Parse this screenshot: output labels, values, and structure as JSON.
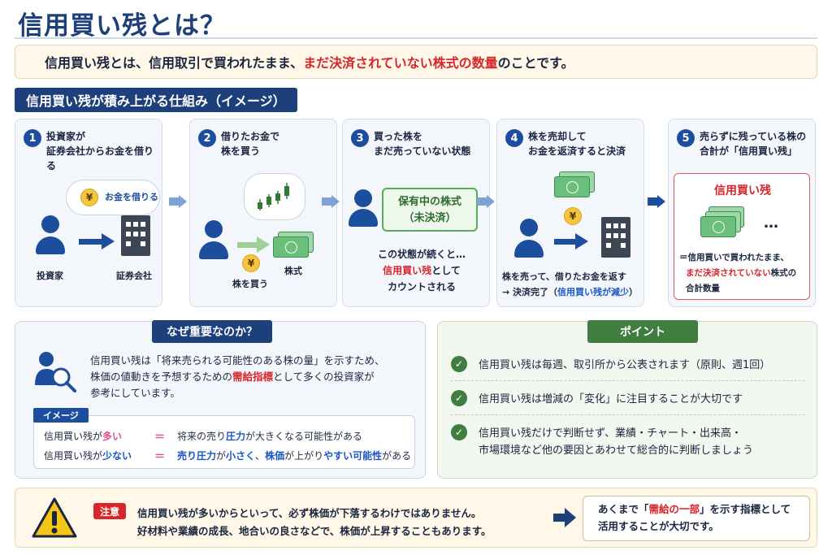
{
  "title": "信用買い残とは？",
  "definition": {
    "before": "信用買い残とは、信用取引で買われたまま、",
    "highlight": "まだ決済されていない株式の数量",
    "after": "のことです。"
  },
  "mechanism_label": "信用買い残が積み上がる仕組み（イメージ）",
  "steps": [
    {
      "num": "1",
      "title_line1": "投資家が",
      "title_line2": "証券会社からお金を借りる",
      "bubble_text": "お金を借りる",
      "yen": "¥",
      "investor_label": "投資家",
      "broker_label": "証券会社"
    },
    {
      "num": "2",
      "title_line1": "借りたお金で",
      "title_line2": "株を買う",
      "yen": "¥",
      "stock_label": "株式",
      "buy_label": "株を買う"
    },
    {
      "num": "3",
      "title_line1": "買った株を",
      "title_line2": "まだ売っていない状態",
      "hold_line1": "保有中の株式",
      "hold_line2": "（未決済）",
      "desc_line1": "この状態が続くと…",
      "desc_highlight": "信用買い残",
      "desc_line2_after": "として",
      "desc_line3": "カウントされる"
    },
    {
      "num": "4",
      "title_line1": "株を売却して",
      "title_line2": "お金を返済すると決済",
      "yen": "¥",
      "desc_line1": "株を売って、借りたお金を返す",
      "desc_line2_before": "→ 決済完了（",
      "desc_line2_blue": "信用買い残が減少",
      "desc_line2_after": "）"
    },
    {
      "num": "5",
      "title_line1": "売らずに残っている株の",
      "title_line2": "合計が「信用買い残」",
      "box_title": "信用買い残",
      "ellipsis": "…",
      "desc_line1": "＝信用買いで買われたまま、",
      "desc_highlight": "まだ決済されていない",
      "desc_line2_after": "株式の",
      "desc_line3": "合計数量"
    }
  ],
  "why": {
    "tag": "なぜ重要なのか？",
    "line1": "信用買い残は「将来売られる可能性のある株の量」を示すため、",
    "line2_before": "株価の値動きを予想するための",
    "line2_highlight": "需給指標",
    "line2_after": "として多くの投資家が",
    "line3": "参考にしています。",
    "image_tag": "イメージ",
    "rows": [
      {
        "a": "信用買い残が",
        "a_color": "多い",
        "eq": "＝",
        "b1": "将来の売り",
        "b2": "圧力",
        "b3": "が大きくなる可能性がある"
      },
      {
        "a": "信用買い残が",
        "a_color": "少ない",
        "eq": "＝",
        "b1": "売り圧力",
        "b2": "が",
        "b3": "小さく",
        "b4": "、",
        "b5": "株価",
        "b6": "が上がり",
        "b7": "やすい",
        "b8": "可能性",
        "b9": "がある"
      }
    ]
  },
  "points": {
    "tag": "ポイント",
    "items": [
      {
        "line1": "信用買い残は毎週、取引所から公表されます（原則、週1回）"
      },
      {
        "line1": "信用買い残は増減の「変化」に注目することが大切です"
      },
      {
        "line1": "信用買い残だけで判断せず、業績・チャート・出来高・",
        "line2": "市場環境など他の要因とあわせて総合的に判断しましょう"
      }
    ]
  },
  "caution": {
    "tag": "注意",
    "line1": "信用買い残が多いからといって、必ず株価が下落するわけではありません。",
    "line2": "好材料や業績の成長、地合いの良さなどで、株価が上昇することもあります。",
    "right_before": "あくまで「",
    "right_highlight": "需給の一部",
    "right_after": "」を示す指標として",
    "right_line2": "活用することが大切です。"
  },
  "colors": {
    "navy": "#1d3f7a",
    "accent_red": "#d7262b",
    "accent_blue": "#1a56c4",
    "green": "#3f7d40"
  }
}
